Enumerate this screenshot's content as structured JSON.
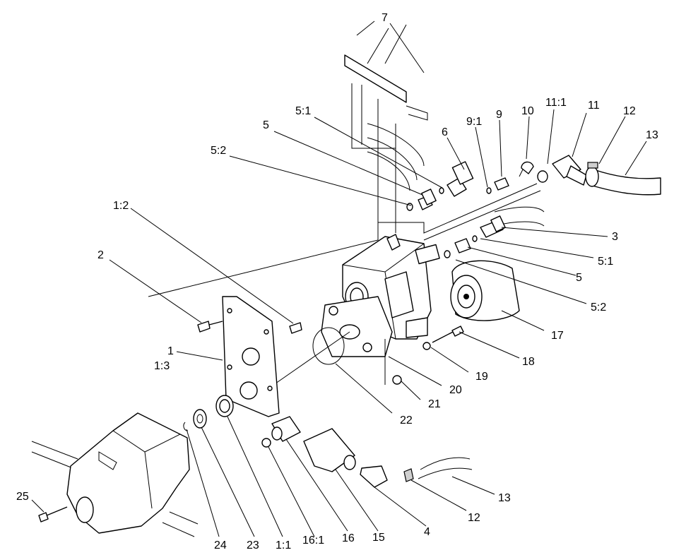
{
  "diagram": {
    "callouts": [
      "7",
      "5:1",
      "5",
      "5:2",
      "6",
      "9:1",
      "9",
      "10",
      "11:1",
      "11",
      "12",
      "13",
      "3",
      "5:1",
      "5",
      "5:2",
      "17",
      "18",
      "19",
      "20",
      "21",
      "22",
      "1:2",
      "2",
      "1",
      "1:3",
      "25",
      "24",
      "23",
      "1:1",
      "16:1",
      "16",
      "15",
      "4",
      "12",
      "13"
    ]
  }
}
